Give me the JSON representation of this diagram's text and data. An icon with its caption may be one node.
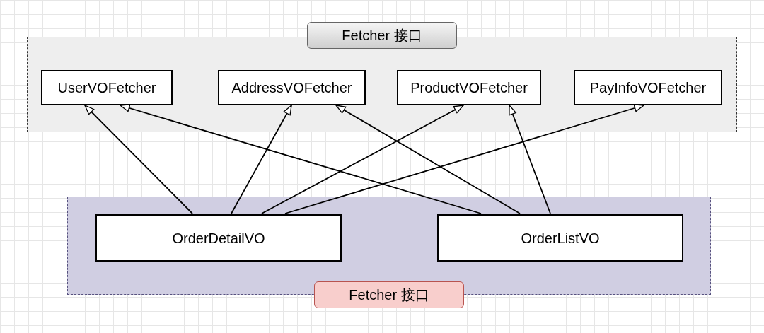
{
  "diagram": {
    "nodes": [
      {
        "text": [
          "Fetcher 接口"
        ]
      },
      {
        "text": [
          "UserVOFetcher"
        ],
        "in": 0
      },
      {
        "text": [
          "AddressVOFetcher"
        ],
        "in": 0
      },
      {
        "text": [
          "ProductVOFetcher"
        ],
        "in": 0
      },
      {
        "text": [
          "PayInfoVOFetcher"
        ],
        "in": 0
      },
      {
        "text": [
          "Fetcher 接口"
        ]
      },
      {
        "text": [
          "OrderDetailVO"
        ],
        "in": 5
      },
      {
        "text": [
          "OrderListVO"
        ],
        "in": 5
      }
    ],
    "edges": [
      {
        "from": 6,
        "to": 1,
        "arrow": "to"
      },
      {
        "from": 6,
        "to": 2,
        "arrow": "to"
      },
      {
        "from": 6,
        "to": 3,
        "arrow": "to"
      },
      {
        "from": 6,
        "to": 4,
        "arrow": "to"
      },
      {
        "from": 7,
        "to": 1,
        "arrow": "to"
      },
      {
        "from": 7,
        "to": 2,
        "arrow": "to"
      },
      {
        "from": 7,
        "to": 3,
        "arrow": "to"
      }
    ]
  }
}
